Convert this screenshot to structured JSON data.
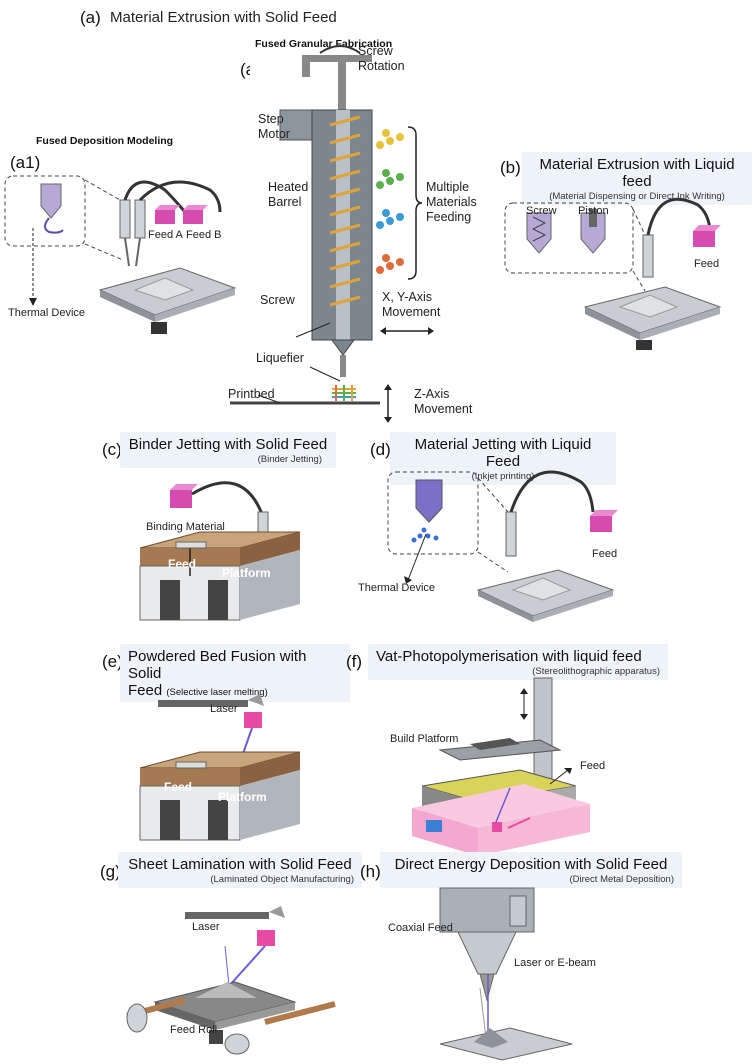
{
  "panel_a": {
    "tag": "(a)",
    "title": "Material Extrusion with Solid Feed"
  },
  "panel_a1": {
    "tag": "(a1)",
    "title": "Fused Deposition Modeling",
    "feed_a": "Feed A",
    "feed_b": "Feed B",
    "thermal": "Thermal Device"
  },
  "panel_a2": {
    "tag": "(a2)",
    "title": "Fused Granular Fabrication",
    "screw_rotation": "Screw\nRotation",
    "step_motor": "Step\nMotor",
    "heated_barrel": "Heated\nBarrel",
    "multiple": "Multiple\nMaterials\nFeeding",
    "screw": "Screw",
    "xy": "X, Y-Axis\nMovement",
    "liquefier": "Liquefier",
    "printbed": "Printbed",
    "z": "Z-Axis\nMovement"
  },
  "panel_b": {
    "tag": "(b)",
    "title": "Material Extrusion with Liquid feed",
    "subtitle": "(Material Dispensing or Direct Ink Writing)",
    "screw": "Screw",
    "piston": "Piston",
    "feed": "Feed"
  },
  "panel_c": {
    "tag": "(c)",
    "title": "Binder Jetting with Solid Feed",
    "subtitle": "(Binder Jetting)",
    "binding": "Binding Material",
    "feed": "Feed",
    "platform": "Platform"
  },
  "panel_d": {
    "tag": "(d)",
    "title": "Material Jetting with Liquid Feed",
    "subtitle": "(Inkjet printing)",
    "feed": "Feed",
    "thermal": "Thermal Device"
  },
  "panel_e": {
    "tag": "(e)",
    "title": "Powdered Bed Fusion with Solid",
    "title2": "Feed",
    "subtitle": "(Selective laser melting)",
    "laser": "Laser",
    "feed": "Feed",
    "platform": "Platform"
  },
  "panel_f": {
    "tag": "(f)",
    "title": "Vat-Photopolymerisation with liquid feed",
    "subtitle": "(Stereolithographic apparatus)",
    "build": "Build Platform",
    "feed": "Feed"
  },
  "panel_g": {
    "tag": "(g)",
    "title": "Sheet Lamination with Solid Feed",
    "subtitle": "(Laminated Object Manufacturing)",
    "laser": "Laser",
    "feed_roll": "Feed Roll"
  },
  "panel_h": {
    "tag": "(h)",
    "title": "Direct Energy Deposition with Solid Feed",
    "subtitle": "(Direct Metal Deposition)",
    "coaxial": "Coaxial Feed",
    "laser": "Laser or E-beam"
  },
  "colors": {
    "feed": "#d64bb0",
    "header_bg": "#eef3fa",
    "steel": "#9aa4ad",
    "wood": "#a57a52",
    "pink_base": "#f7b8d6",
    "laser": "#6b5bd6"
  }
}
